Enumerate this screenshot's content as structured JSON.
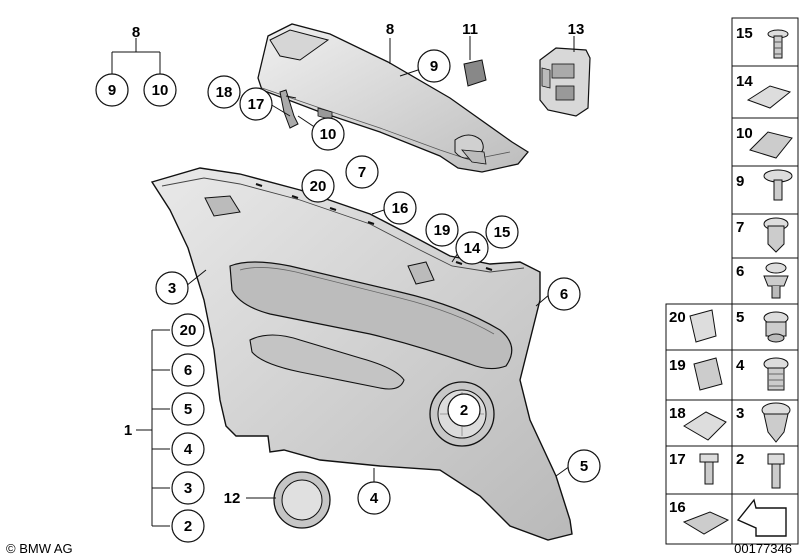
{
  "diagram": {
    "copyright": "© BMW AG",
    "diagram_id": "00177346",
    "group_label": "1",
    "group_8_top": "8",
    "group_8_children": [
      "9",
      "10"
    ],
    "labels": {
      "l8_main": "8",
      "l11": "11",
      "l13": "13",
      "l9_shelf": "9",
      "l18": "18",
      "l17": "17",
      "l10_clip": "10",
      "l7": "7",
      "l20": "20",
      "l16": "16",
      "l19": "19",
      "l15": "15",
      "l14": "14",
      "l3": "3",
      "l6": "6",
      "l2": "2",
      "l5": "5",
      "l4": "4",
      "l12": "12"
    },
    "group1_children": [
      "20",
      "6",
      "5",
      "4",
      "3",
      "2"
    ],
    "parts_right": [
      "15",
      "14",
      "10",
      "9",
      "7",
      "6",
      "5",
      "4",
      "3",
      "2"
    ],
    "parts_left": [
      "20",
      "19",
      "18",
      "17",
      "16"
    ]
  }
}
